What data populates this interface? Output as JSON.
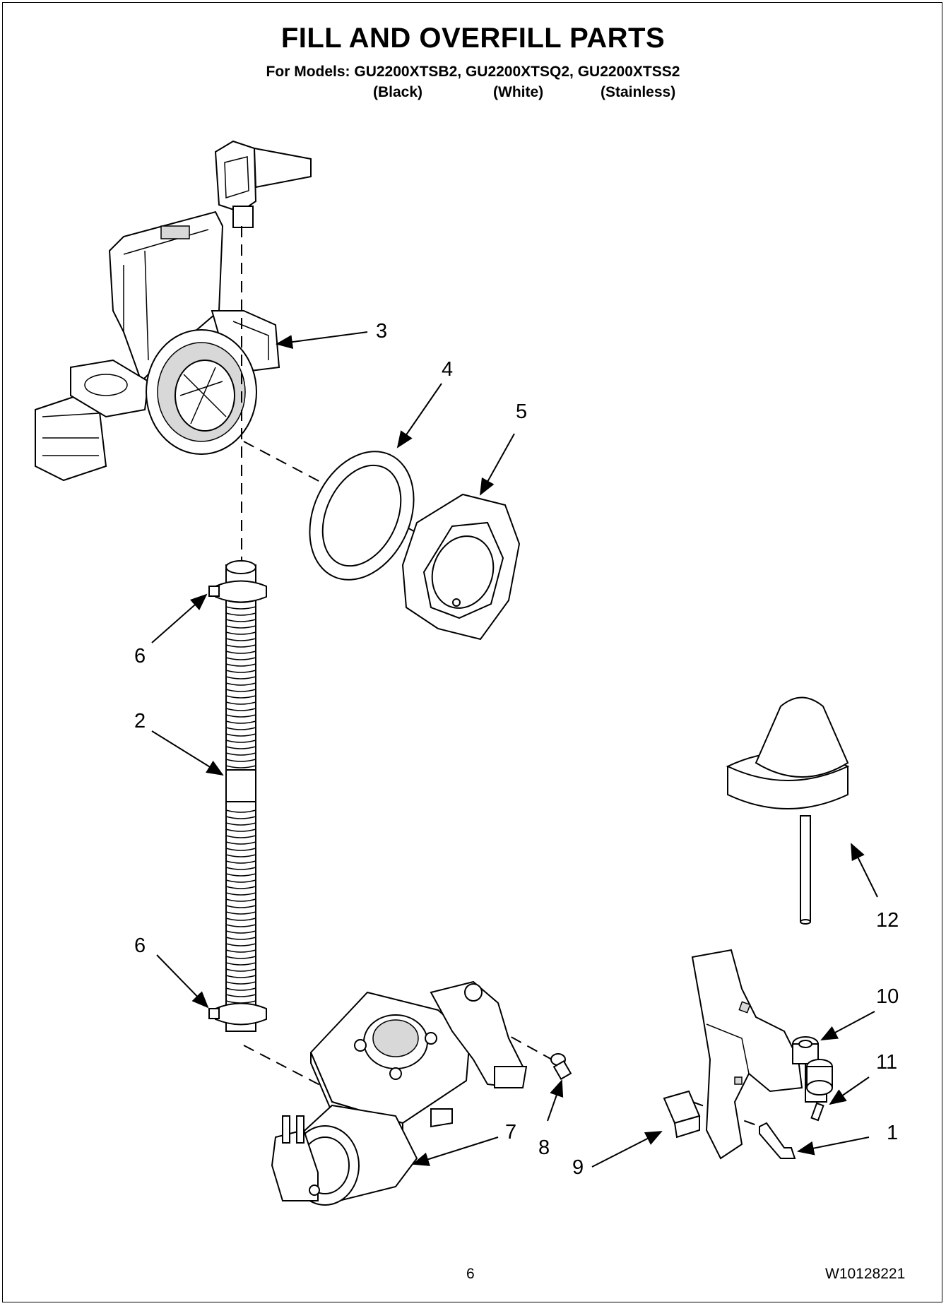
{
  "header": {
    "title": "FILL AND OVERFILL PARTS",
    "models_line": "For Models: GU2200XTSB2, GU2200XTSQ2, GU2200XTSS2",
    "variants": [
      "(Black)",
      "(White)",
      "(Stainless)"
    ]
  },
  "callouts": {
    "c1": "1",
    "c2": "2",
    "c3": "3",
    "c4": "4",
    "c5": "5",
    "c6a": "6",
    "c6b": "6",
    "c7": "7",
    "c8": "8",
    "c9": "9",
    "c10": "10",
    "c11": "11",
    "c12": "12"
  },
  "footer": {
    "page_number": "6",
    "doc_number": "W10128221"
  }
}
